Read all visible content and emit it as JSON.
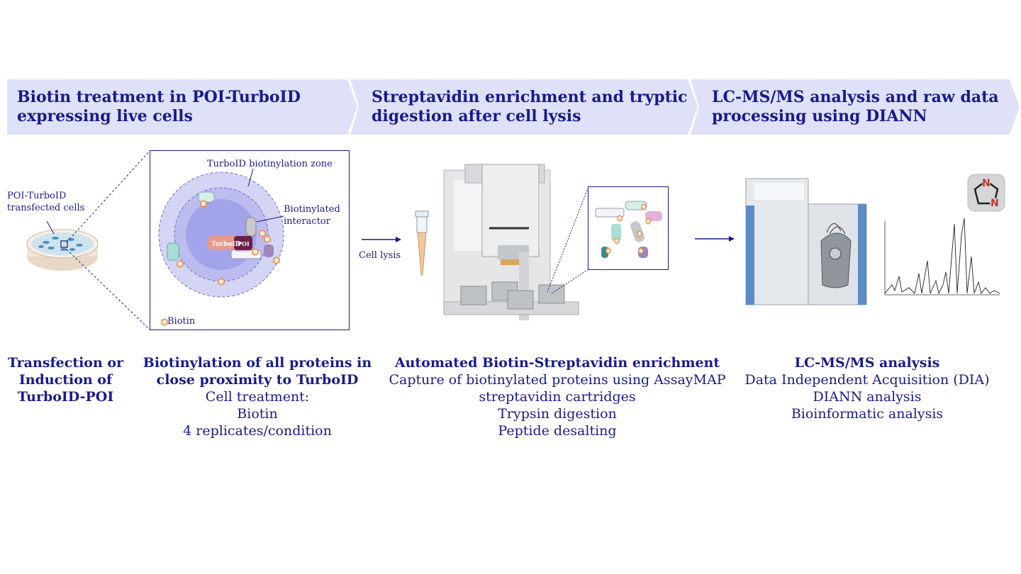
{
  "banners": [
    {
      "text": "Biotin treatment in POI-TurboID\nexpressing live cells"
    },
    {
      "text": "Streptavidin enrichment and tryptic\ndigestion after cell lysis"
    },
    {
      "text": "LC-MS/MS analysis and raw data\nprocessing using DIANN"
    }
  ],
  "labels": {
    "transfected_cells": "POI-TurboID\ntransfected cells",
    "zone": "TurboID biotinylation zone",
    "interactor": "Biotinylated\ninteractor",
    "turboid": "TurboID",
    "poi": "POI",
    "biotin_legend": "Biotin",
    "cell_lysis": "Cell lysis"
  },
  "captions": {
    "step1": {
      "bold": "Transfection or\nInduction of\nTurboID-POI",
      "normal": ""
    },
    "step2": {
      "bold": "Biotinylation of all proteins in\nclose proximity to TurboID",
      "normal": "Cell treatment:\nBiotin\n4 replicates/condition"
    },
    "step3": {
      "bold": "Automated  Biotin-Streptavidin enrichment",
      "normal": "Capture of biotinylated proteins using AssayMAP\nstreptavidin cartridges\nTrypsin digestion\nPeptide desalting"
    },
    "step4": {
      "bold": "LC-MS/MS analysis",
      "normal": "Data Independent Acquisition (DIA)\nDIANN analysis\nBioinformatic analysis"
    }
  },
  "colors": {
    "banner": "#dfe1f8",
    "text": "#1a1a8c",
    "zone_outer": "#d4d4f4",
    "zone_inner": "#a3a3ec",
    "turboid": "#e79a8c",
    "poi": "#6b2046",
    "biotin": "#e58a3a"
  }
}
